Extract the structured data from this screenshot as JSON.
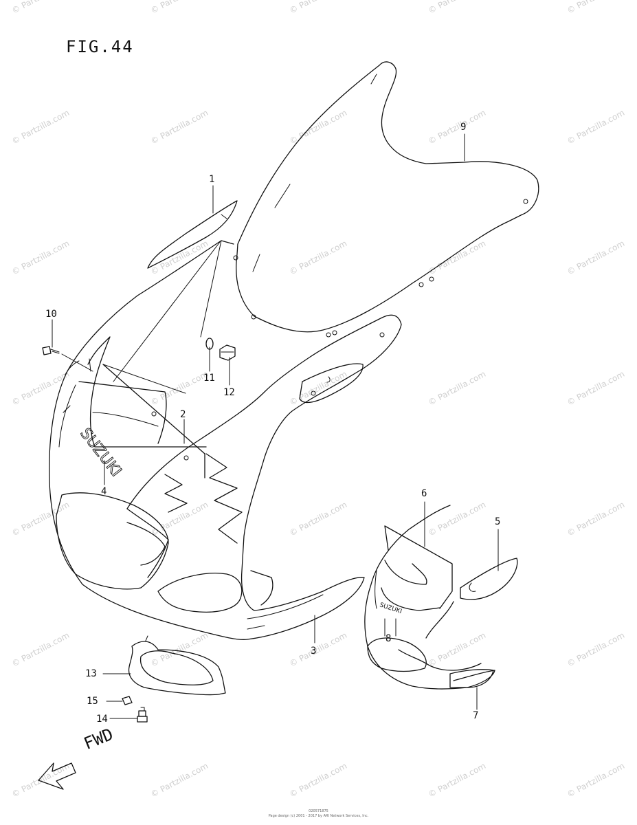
{
  "figure": {
    "title": "FIG.44"
  },
  "brand_marks": {
    "main": "SUZUKI",
    "small": "SUZUKI"
  },
  "direction": {
    "label": "FWD"
  },
  "watermark": {
    "text": "© Partzilla.com"
  },
  "callouts": [
    {
      "id": "1",
      "label": "1"
    },
    {
      "id": "2",
      "label": "2"
    },
    {
      "id": "3",
      "label": "3"
    },
    {
      "id": "4",
      "label": "4"
    },
    {
      "id": "5",
      "label": "5"
    },
    {
      "id": "6",
      "label": "6"
    },
    {
      "id": "7",
      "label": "7"
    },
    {
      "id": "8",
      "label": "8"
    },
    {
      "id": "9",
      "label": "9"
    },
    {
      "id": "10",
      "label": "10"
    },
    {
      "id": "11",
      "label": "11"
    },
    {
      "id": "12",
      "label": "12"
    },
    {
      "id": "13",
      "label": "13"
    },
    {
      "id": "14",
      "label": "14"
    },
    {
      "id": "15",
      "label": "15"
    }
  ],
  "footer": {
    "code": "020571875",
    "copyright": "Page design (c) 2001 - 2017 by ARI Network Services, Inc."
  }
}
